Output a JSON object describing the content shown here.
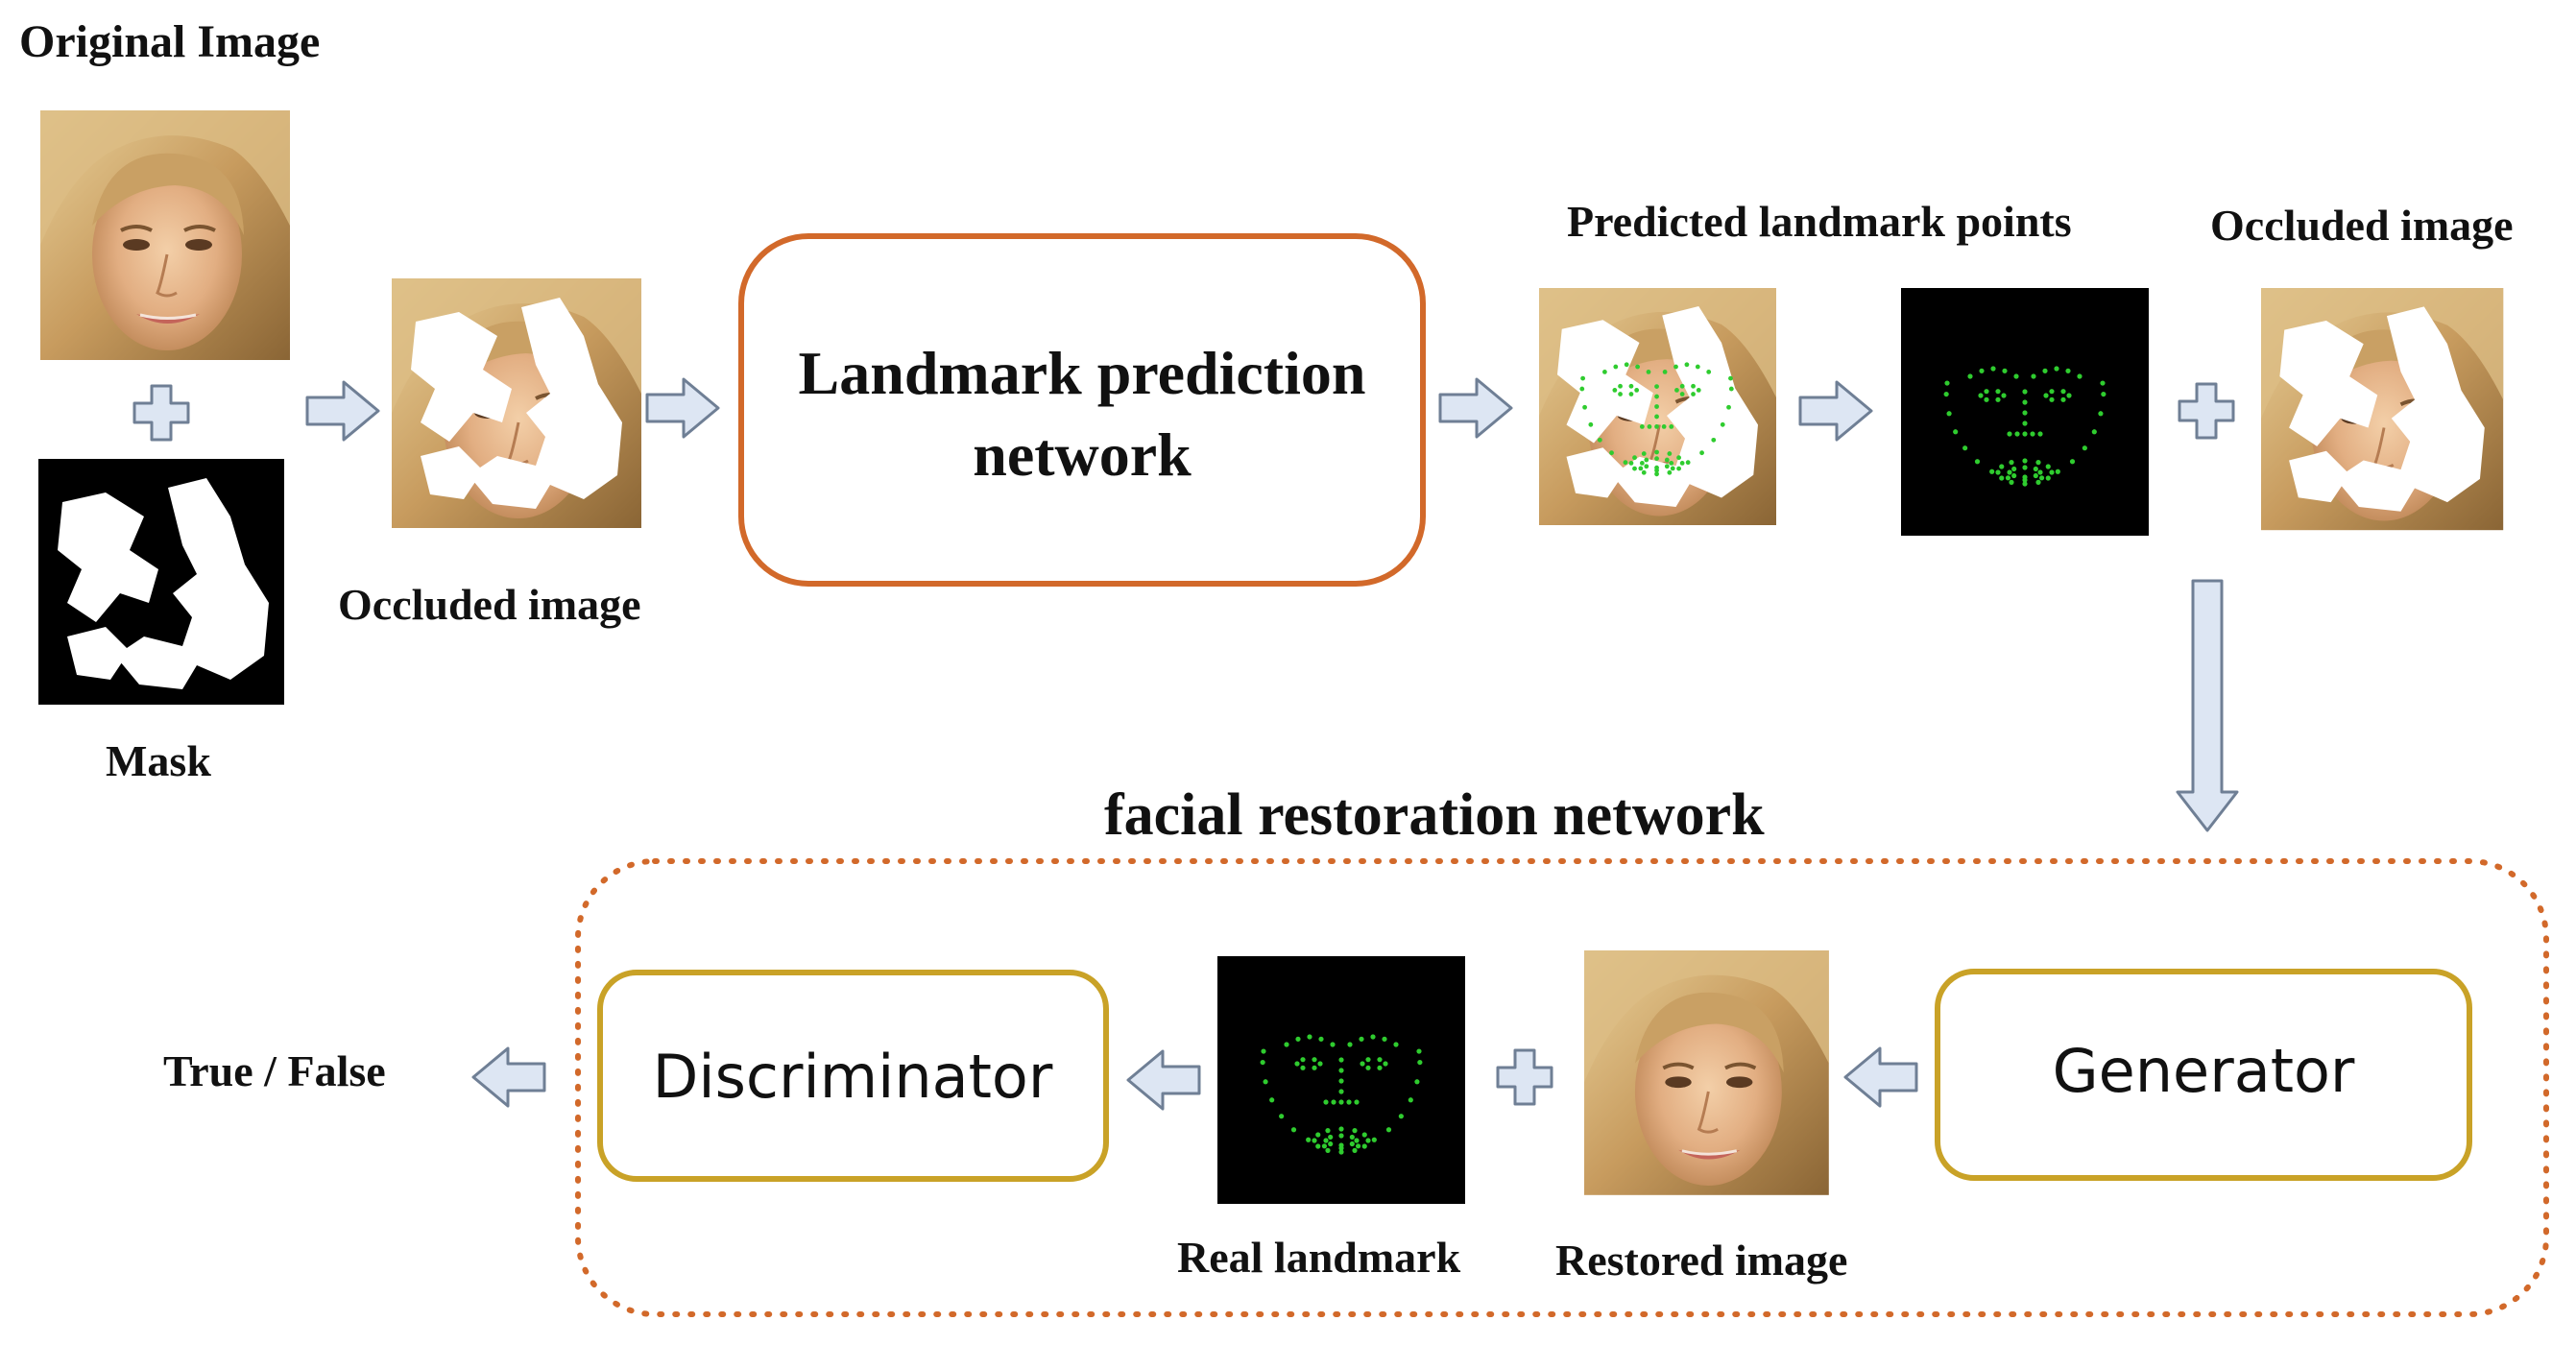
{
  "labels": {
    "original_image": "Original Image",
    "mask": "Mask",
    "occluded_image_1": "Occluded image",
    "predicted_landmark_points": "Predicted landmark points",
    "occluded_image_2": "Occluded image",
    "facial_restoration_network": "facial restoration network",
    "real_landmark": "Real landmark",
    "restored_image": "Restored image",
    "true_false": "True / False"
  },
  "boxes": {
    "landmark_prediction_line1": "Landmark prediction",
    "landmark_prediction_line2": "network",
    "discriminator": "Discriminator",
    "generator": "Generator"
  },
  "colors": {
    "landmark_box_border": "#d2692a",
    "restoration_dotted_border": "#d2692a",
    "module_box_border": "#c9a227",
    "arrow_fill": "#dde6f3",
    "arrow_stroke": "#6f7f95",
    "landmark_dot": "#2fcc2f",
    "landmark_bg": "#000000"
  }
}
